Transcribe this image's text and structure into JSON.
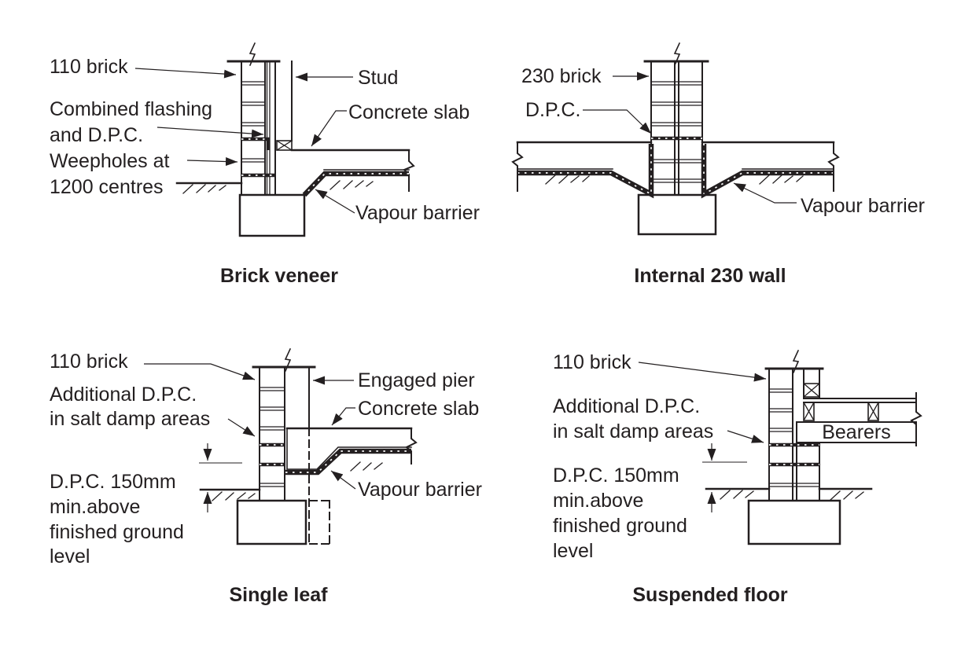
{
  "page": {
    "background_color": "#ffffff",
    "ink_color": "#231f20",
    "description": "Damp proof course construction details, four wall sections"
  },
  "panels": [
    {
      "id": "brick-veneer",
      "caption": "Brick veneer",
      "labels": {
        "brick": "110 brick",
        "flashing1": "Combined flashing",
        "flashing2": "and D.P.C.",
        "weep1": "Weepholes at",
        "weep2": "1200 centres",
        "stud": "Stud",
        "slab": "Concrete slab",
        "vapour": "Vapour barrier"
      }
    },
    {
      "id": "internal-230-wall",
      "caption": "Internal 230 wall",
      "labels": {
        "brick": "230 brick",
        "dpc": "D.P.C.",
        "vapour": "Vapour barrier"
      }
    },
    {
      "id": "single-leaf",
      "caption": "Single leaf",
      "labels": {
        "brick": "110 brick",
        "adpc1": "Additional D.P.C.",
        "adpc2": "in salt damp areas",
        "pier": "Engaged pier",
        "slab": "Concrete slab",
        "vapour": "Vapour barrier",
        "dim1": "D.P.C. 150mm",
        "dim2": "min.above",
        "dim3": "finished ground",
        "dim4": "level"
      }
    },
    {
      "id": "suspended-floor",
      "caption": "Suspended floor",
      "labels": {
        "brick": "110 brick",
        "adpc1": "Additional D.P.C.",
        "adpc2": "in salt damp areas",
        "bearers": "Bearers",
        "dim1": "D.P.C. 150mm",
        "dim2": "min.above",
        "dim3": "finished ground",
        "dim4": "level"
      }
    }
  ]
}
